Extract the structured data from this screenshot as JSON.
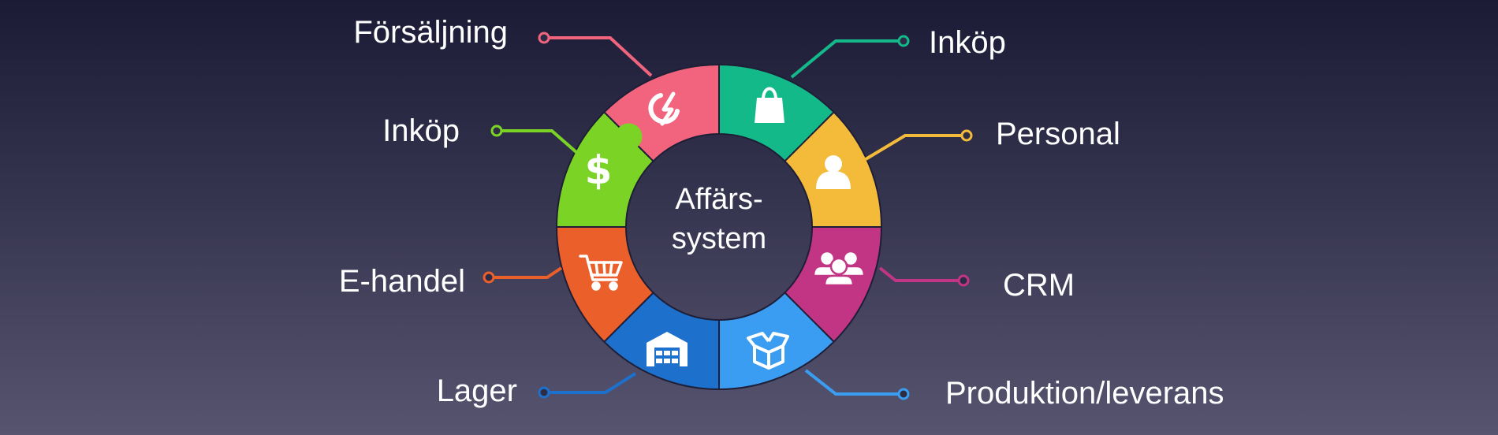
{
  "center": {
    "line1": "Affärs-",
    "line2": "system"
  },
  "modules": [
    {
      "label": "Försäljning",
      "color": "#f2647e",
      "icon": "lightning-coin-icon"
    },
    {
      "label": "Inköp",
      "color": "#14b98a",
      "icon": "shopping-bag-icon"
    },
    {
      "label": "Personal",
      "color": "#f4bb3a",
      "icon": "person-icon"
    },
    {
      "label": "CRM",
      "color": "#c23585",
      "icon": "people-group-icon"
    },
    {
      "label": "Produktion/leverans",
      "color": "#3b9df1",
      "icon": "open-box-icon"
    },
    {
      "label": "Lager",
      "color": "#1d70cc",
      "icon": "warehouse-icon"
    },
    {
      "label": "E-handel",
      "color": "#eb5f2a",
      "icon": "shopping-cart-icon"
    },
    {
      "label": "Inköp",
      "color": "#7bd425",
      "icon": "dollar-icon"
    }
  ]
}
